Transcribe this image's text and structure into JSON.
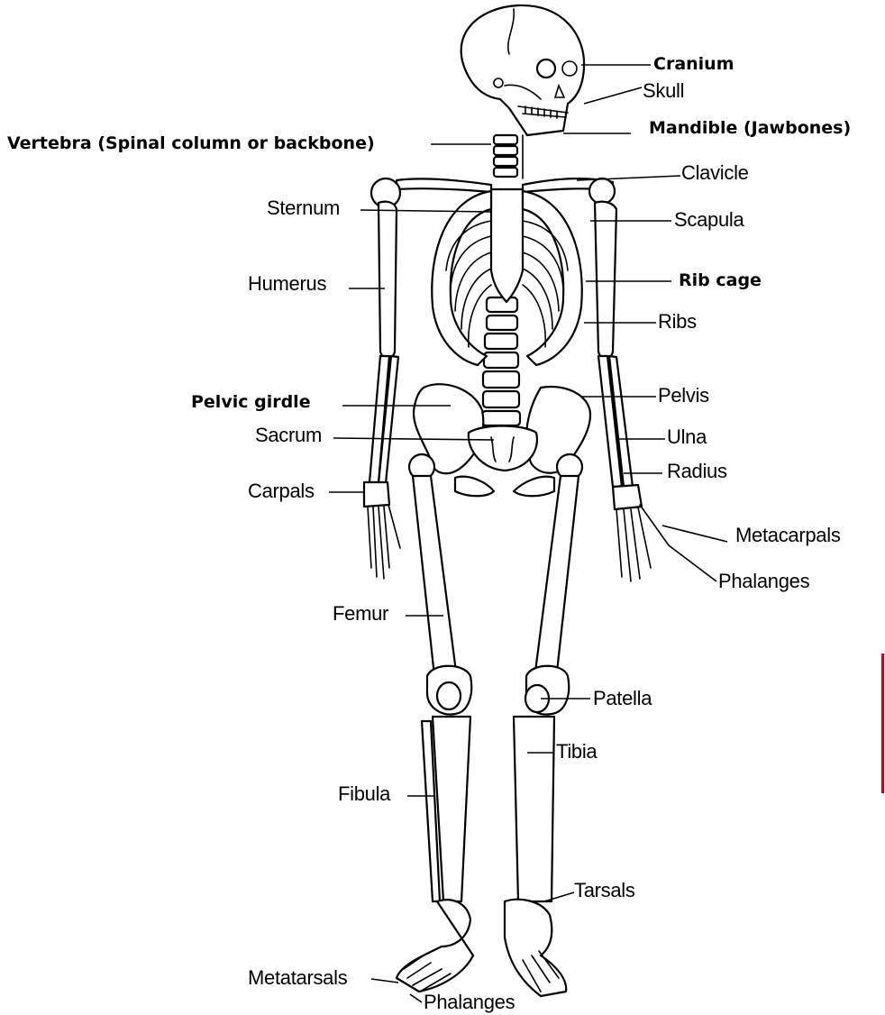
{
  "labels": {
    "cranium": "Cranium",
    "skull": "Skull",
    "mandible": "Mandible (Jawbones)",
    "vertebra": "Vertebra (Spinal column or backbone)",
    "clavicle": "Clavicle",
    "sternum": "Sternum",
    "scapula": "Scapula",
    "humerus": "Humerus",
    "rib_cage": "Rib cage",
    "ribs": "Ribs",
    "pelvic_girdle": "Pelvic girdle",
    "pelvis": "Pelvis",
    "sacrum": "Sacrum",
    "ulna": "Ulna",
    "radius": "Radius",
    "carpals": "Carpals",
    "metacarpals": "Metacarpals",
    "phalanges_hand": "Phalanges",
    "femur": "Femur",
    "patella": "Patella",
    "tibia": "Tibia",
    "fibula": "Fibula",
    "tarsals": "Tarsals",
    "metatarsals": "Metatarsals",
    "phalanges_foot": "Phalanges"
  },
  "colors": {
    "line": "#000000",
    "accent_bar": "#d0021b",
    "background": "#ffffff"
  }
}
